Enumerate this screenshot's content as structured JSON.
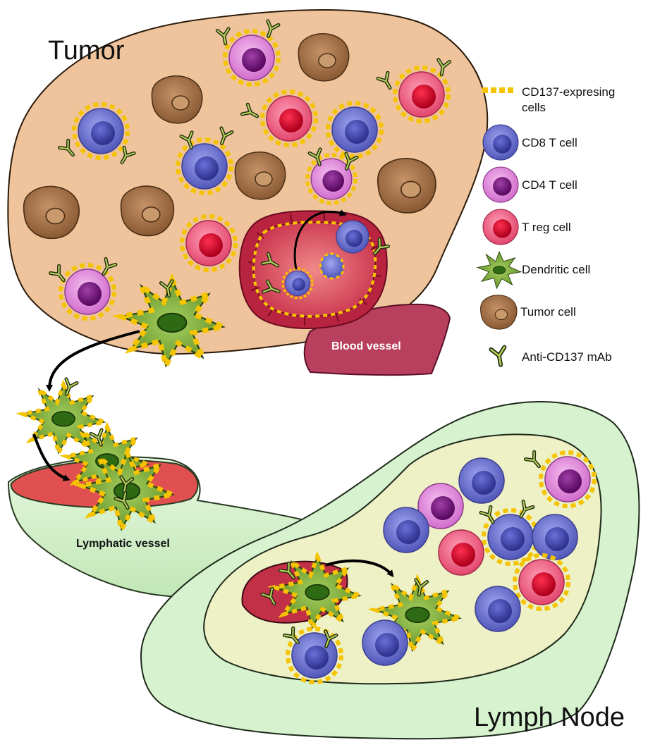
{
  "labels": {
    "tumor": "Tumor",
    "lymph_node": "Lymph Node",
    "blood_vessel": "Blood vessel",
    "lymphatic_vessel": "Lymphatic vessel"
  },
  "legend": {
    "cd137_line1": "CD137-expresing",
    "cd137_line2": "cells",
    "cd8": "CD8 T cell",
    "cd4": "CD4 T cell",
    "treg": "T reg cell",
    "dendritic": "Dendritic cell",
    "tumor_cell": "Tumor cell",
    "antibody": "Anti-CD137 mAb"
  },
  "colors": {
    "cd8": "#5a5fc0",
    "cd4": "#d86fd2",
    "treg": "#e8456e",
    "dendritic": "#6d9a2a",
    "tumor_cell": "#a07048",
    "tumor_bg": "#efc49d",
    "cd137_dash": "#f5c400",
    "blood_vessel": "#b8405e",
    "lymph_node_outer": "#d6f2cf",
    "lymph_node_inner": "#eef0c6"
  }
}
